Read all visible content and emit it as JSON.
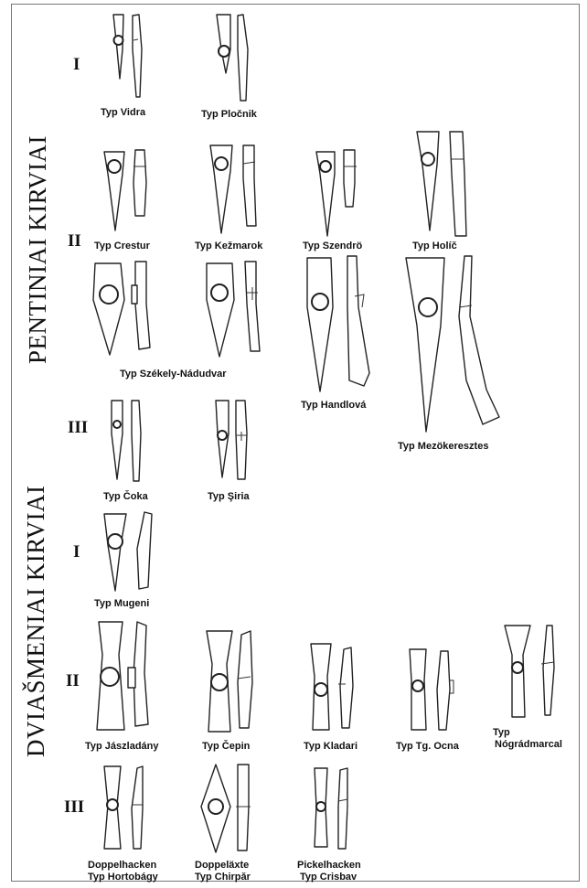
{
  "sections": {
    "pentiniai": "PENTINIAI KIRVIAI",
    "dviasmeniai": "DVIAŠMENIAI KIRVIAI"
  },
  "roman": [
    "I",
    "II",
    "III",
    "I",
    "II",
    "III"
  ],
  "captions": {
    "vidra": "Typ Vidra",
    "plocnik": "Typ Pločnik",
    "crestur": "Typ Crestur",
    "kezmarok": "Typ Kežmarok",
    "szendro": "Typ Szendrö",
    "holic": "Typ Holíč",
    "szekely": "Typ Székely-Nádudvar",
    "handlova": "Typ Handlová",
    "mezokeresztes": "Typ Mezökeresztes",
    "coka": "Typ Čoka",
    "sinia": "Typ Şiria",
    "mugeni": "Typ Mugeni",
    "jaszladany": "Typ Jászladány",
    "cepin": "Typ Čepin",
    "kladari": "Typ Kladari",
    "tgocna": "Typ Tg. Ocna",
    "nograd_1": "Typ",
    "nograd_2": "Nógrádmarcal",
    "hortobagy_1": "Doppelhacken",
    "hortobagy_2": "Typ Hortobágy",
    "chirpar_1": "Doppeläxte",
    "chirpar_2": "Typ Chirpăr",
    "crisbav_1": "Pickelhacken",
    "crisbav_2": "Typ Crisbav"
  }
}
